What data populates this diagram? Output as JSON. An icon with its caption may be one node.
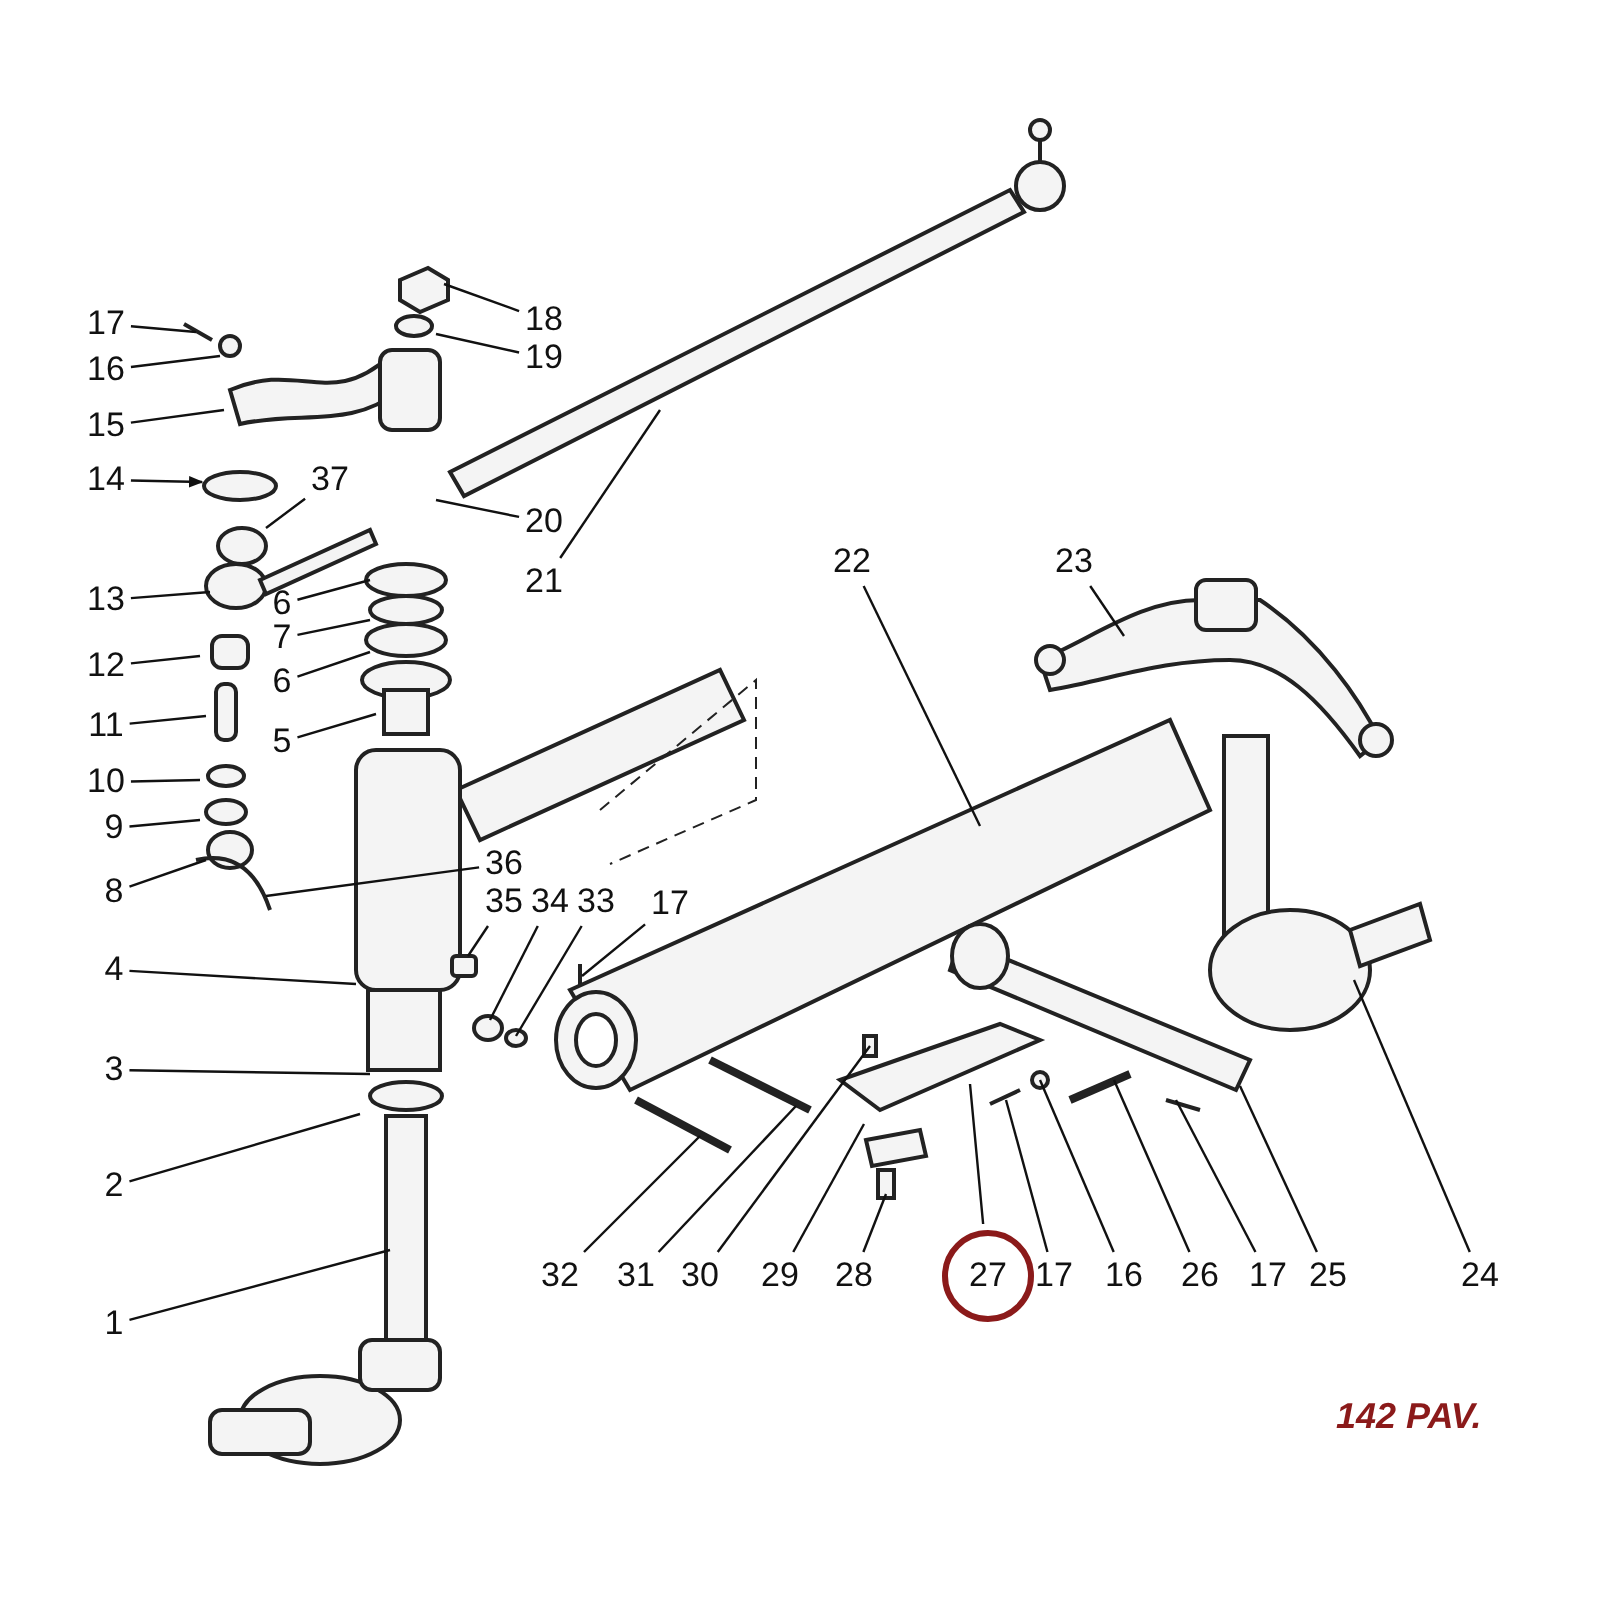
{
  "diagram": {
    "nodes": [
      {
        "text": [
          "17"
        ]
      },
      {
        "text": [
          "16"
        ]
      },
      {
        "text": [
          "15"
        ]
      },
      {
        "text": [
          "14"
        ]
      },
      {
        "text": [
          "37"
        ]
      },
      {
        "text": [
          "13"
        ]
      },
      {
        "text": [
          "12"
        ]
      },
      {
        "text": [
          "11"
        ]
      },
      {
        "text": [
          "10"
        ]
      },
      {
        "text": [
          "9"
        ]
      },
      {
        "text": [
          "8"
        ]
      },
      {
        "text": [
          "18"
        ]
      },
      {
        "text": [
          "19"
        ]
      },
      {
        "text": [
          "20"
        ]
      },
      {
        "text": [
          "21"
        ]
      },
      {
        "text": [
          "6"
        ]
      },
      {
        "text": [
          "7"
        ]
      },
      {
        "text": [
          "6"
        ]
      },
      {
        "text": [
          "5"
        ]
      },
      {
        "text": [
          "36"
        ]
      },
      {
        "text": [
          "35"
        ]
      },
      {
        "text": [
          "34"
        ]
      },
      {
        "text": [
          "33"
        ]
      },
      {
        "text": [
          "17"
        ]
      },
      {
        "text": [
          "4"
        ]
      },
      {
        "text": [
          "3"
        ]
      },
      {
        "text": [
          "2"
        ]
      },
      {
        "text": [
          "1"
        ]
      },
      {
        "text": [
          "22"
        ]
      },
      {
        "text": [
          "23"
        ]
      },
      {
        "text": [
          "24"
        ]
      },
      {
        "text": [
          "32"
        ]
      },
      {
        "text": [
          "31"
        ]
      },
      {
        "text": [
          "30"
        ]
      },
      {
        "text": [
          "29"
        ]
      },
      {
        "text": [
          "28"
        ]
      },
      {
        "text": [
          "27"
        ]
      },
      {
        "text": [
          "17"
        ]
      },
      {
        "text": [
          "16"
        ]
      },
      {
        "text": [
          "26"
        ]
      },
      {
        "text": [
          "17"
        ]
      },
      {
        "text": [
          "25"
        ]
      },
      {
        "text": [],
        "shape": "circle"
      }
    ],
    "edges": [
      {
        "from": 0,
        "to": null,
        "arrow": "none"
      },
      {
        "from": 1,
        "to": null,
        "arrow": "none"
      },
      {
        "from": 2,
        "to": null,
        "arrow": "none"
      },
      {
        "from": 3,
        "to": null,
        "arrow": "to"
      },
      {
        "from": 4,
        "to": 42,
        "arrow": "none"
      },
      {
        "from": 5,
        "to": null,
        "arrow": "none"
      },
      {
        "from": 6,
        "to": null,
        "arrow": "none"
      },
      {
        "from": 7,
        "to": null,
        "arrow": "none"
      },
      {
        "from": 8,
        "to": null,
        "arrow": "none"
      },
      {
        "from": 9,
        "to": null,
        "arrow": "none"
      },
      {
        "from": 10,
        "to": null,
        "arrow": "none"
      },
      {
        "from": 11,
        "to": null,
        "arrow": "none"
      },
      {
        "from": 12,
        "to": null,
        "arrow": "none"
      },
      {
        "from": 13,
        "to": null,
        "arrow": "none"
      },
      {
        "from": 14,
        "to": null,
        "arrow": "none"
      },
      {
        "from": 15,
        "to": null,
        "arrow": "none"
      },
      {
        "from": 16,
        "to": null,
        "arrow": "none"
      },
      {
        "from": 17,
        "to": null,
        "arrow": "none"
      },
      {
        "from": 18,
        "to": null,
        "arrow": "none"
      },
      {
        "from": 19,
        "to": null,
        "arrow": "none"
      },
      {
        "from": 20,
        "to": null,
        "arrow": "none"
      },
      {
        "from": 21,
        "to": null,
        "arrow": "none"
      },
      {
        "from": 22,
        "to": null,
        "arrow": "none"
      },
      {
        "from": 23,
        "to": null,
        "arrow": "none"
      },
      {
        "from": 24,
        "to": null,
        "arrow": "none"
      },
      {
        "from": 25,
        "to": null,
        "arrow": "none"
      },
      {
        "from": 26,
        "to": null,
        "arrow": "none"
      },
      {
        "from": 27,
        "to": null,
        "arrow": "none"
      },
      {
        "from": 28,
        "to": null,
        "arrow": "none"
      },
      {
        "from": 29,
        "to": null,
        "arrow": "none"
      },
      {
        "from": 30,
        "to": null,
        "arrow": "none"
      },
      {
        "from": 31,
        "to": null,
        "arrow": "none"
      },
      {
        "from": 32,
        "to": null,
        "arrow": "none"
      },
      {
        "from": 33,
        "to": null,
        "arrow": "none"
      },
      {
        "from": 34,
        "to": null,
        "arrow": "none"
      },
      {
        "from": 35,
        "to": null,
        "arrow": "none"
      },
      {
        "from": 36,
        "to": null,
        "arrow": "none"
      },
      {
        "from": 37,
        "to": null,
        "arrow": "none"
      },
      {
        "from": 38,
        "to": null,
        "arrow": "none"
      },
      {
        "from": 39,
        "to": null,
        "arrow": "none"
      },
      {
        "from": 40,
        "to": null,
        "arrow": "none"
      },
      {
        "from": 41,
        "to": null,
        "arrow": "none"
      }
    ],
    "labels": [
      "142 PAV."
    ]
  }
}
